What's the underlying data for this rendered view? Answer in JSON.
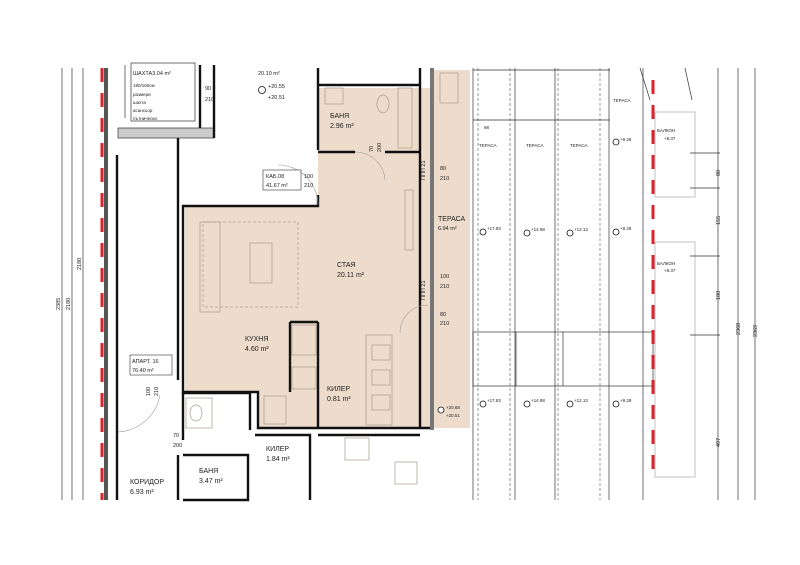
{
  "colors": {
    "unit_fill": "#eddccb",
    "wall": "#111111",
    "facade_line": "#e0202a"
  },
  "shaft": {
    "title": "ШАХТА3.04 m²",
    "lines": [
      "190/160см",
      "размери",
      "шахта",
      "асансьор",
      "пътнически"
    ]
  },
  "doors": {
    "shaft_door": [
      "90",
      "210"
    ],
    "bath_door": [
      "70",
      "200"
    ],
    "entry_door": [
      "100",
      "210"
    ],
    "terrace_door_1": [
      "80",
      "210"
    ],
    "terrace_door_2": [
      "100",
      "210"
    ],
    "terrace_door_3": [
      "80",
      "210"
    ],
    "apt16_door": [
      "100",
      "210"
    ],
    "apt16_bath_door": [
      "70",
      "200"
    ]
  },
  "landing": {
    "area": "20.10 m²",
    "level_1": "+20.55",
    "level_2": "+20.51"
  },
  "unit": {
    "name": "КАБ.08",
    "area": "41.67 m²"
  },
  "rooms": {
    "bath": {
      "name": "БАНЯ",
      "area": "2.96 m²"
    },
    "room": {
      "name": "СТАЯ",
      "area": "20.11 m²"
    },
    "kitchen": {
      "name": "КУХНЯ",
      "area": "4.60 m²"
    },
    "closet": {
      "name": "КИЛЕР",
      "area": "0.81 m²"
    },
    "terrace": {
      "name": "ТЕРАСА",
      "area": "6.94 m²"
    }
  },
  "window_tags": [
    "ППП 21",
    "ППП 21"
  ],
  "terrace_levels": [
    "+20.68",
    "+20.51"
  ],
  "apt16": {
    "name": "АПАРТ. 16",
    "area": "76.40 m²",
    "closet": {
      "name": "КИЛЕР",
      "area": "1.84 m²"
    },
    "bath": {
      "name": "БАНЯ",
      "area": "3.47 m²"
    },
    "corridor": {
      "name": "КОРИДОР",
      "area": "6.93 m²"
    }
  },
  "lower_terraces": {
    "label": "ТЕРАСА",
    "dim": "98",
    "levels": [
      "+17.83",
      "+14.98",
      "+12.13",
      "+9.28"
    ],
    "top_level": "+9.28"
  },
  "balconies": [
    {
      "name": "БАЛКОН",
      "level": "+8.37"
    },
    {
      "name": "БАЛКОН",
      "level": "+8.37"
    }
  ],
  "dimensions": {
    "left": [
      "2385",
      "2180",
      "2180"
    ],
    "right_segments": [
      "80",
      "155",
      "180",
      "497"
    ],
    "right_totals": [
      "2368",
      "2369"
    ]
  }
}
